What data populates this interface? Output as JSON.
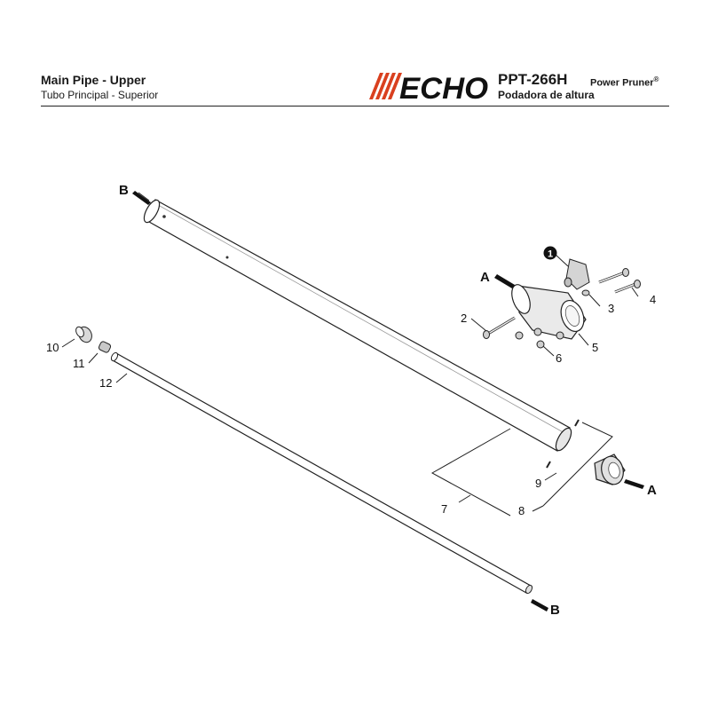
{
  "header": {
    "title_en": "Main Pipe - Upper",
    "title_es": "Tubo Principal - Superior",
    "brand": "ECHO",
    "model": "PPT-266H",
    "product_en": "Power Pruner",
    "reg_mark": "®",
    "product_es": "Podadora de altura",
    "brand_color": "#d9401f"
  },
  "labels": {
    "b_top": "B",
    "b_bottom": "B",
    "a_left": "A",
    "a_right": "A",
    "p1": "1",
    "p2": "2",
    "p3": "3",
    "p4": "4",
    "p5": "5",
    "p6": "6",
    "p7": "7",
    "p8": "8",
    "p9": "9",
    "p10": "10",
    "p11": "11",
    "p12": "12"
  },
  "icons": {
    "callout_1": "filled-circle-callout-icon",
    "arrow": "arrow-pointer-icon"
  }
}
